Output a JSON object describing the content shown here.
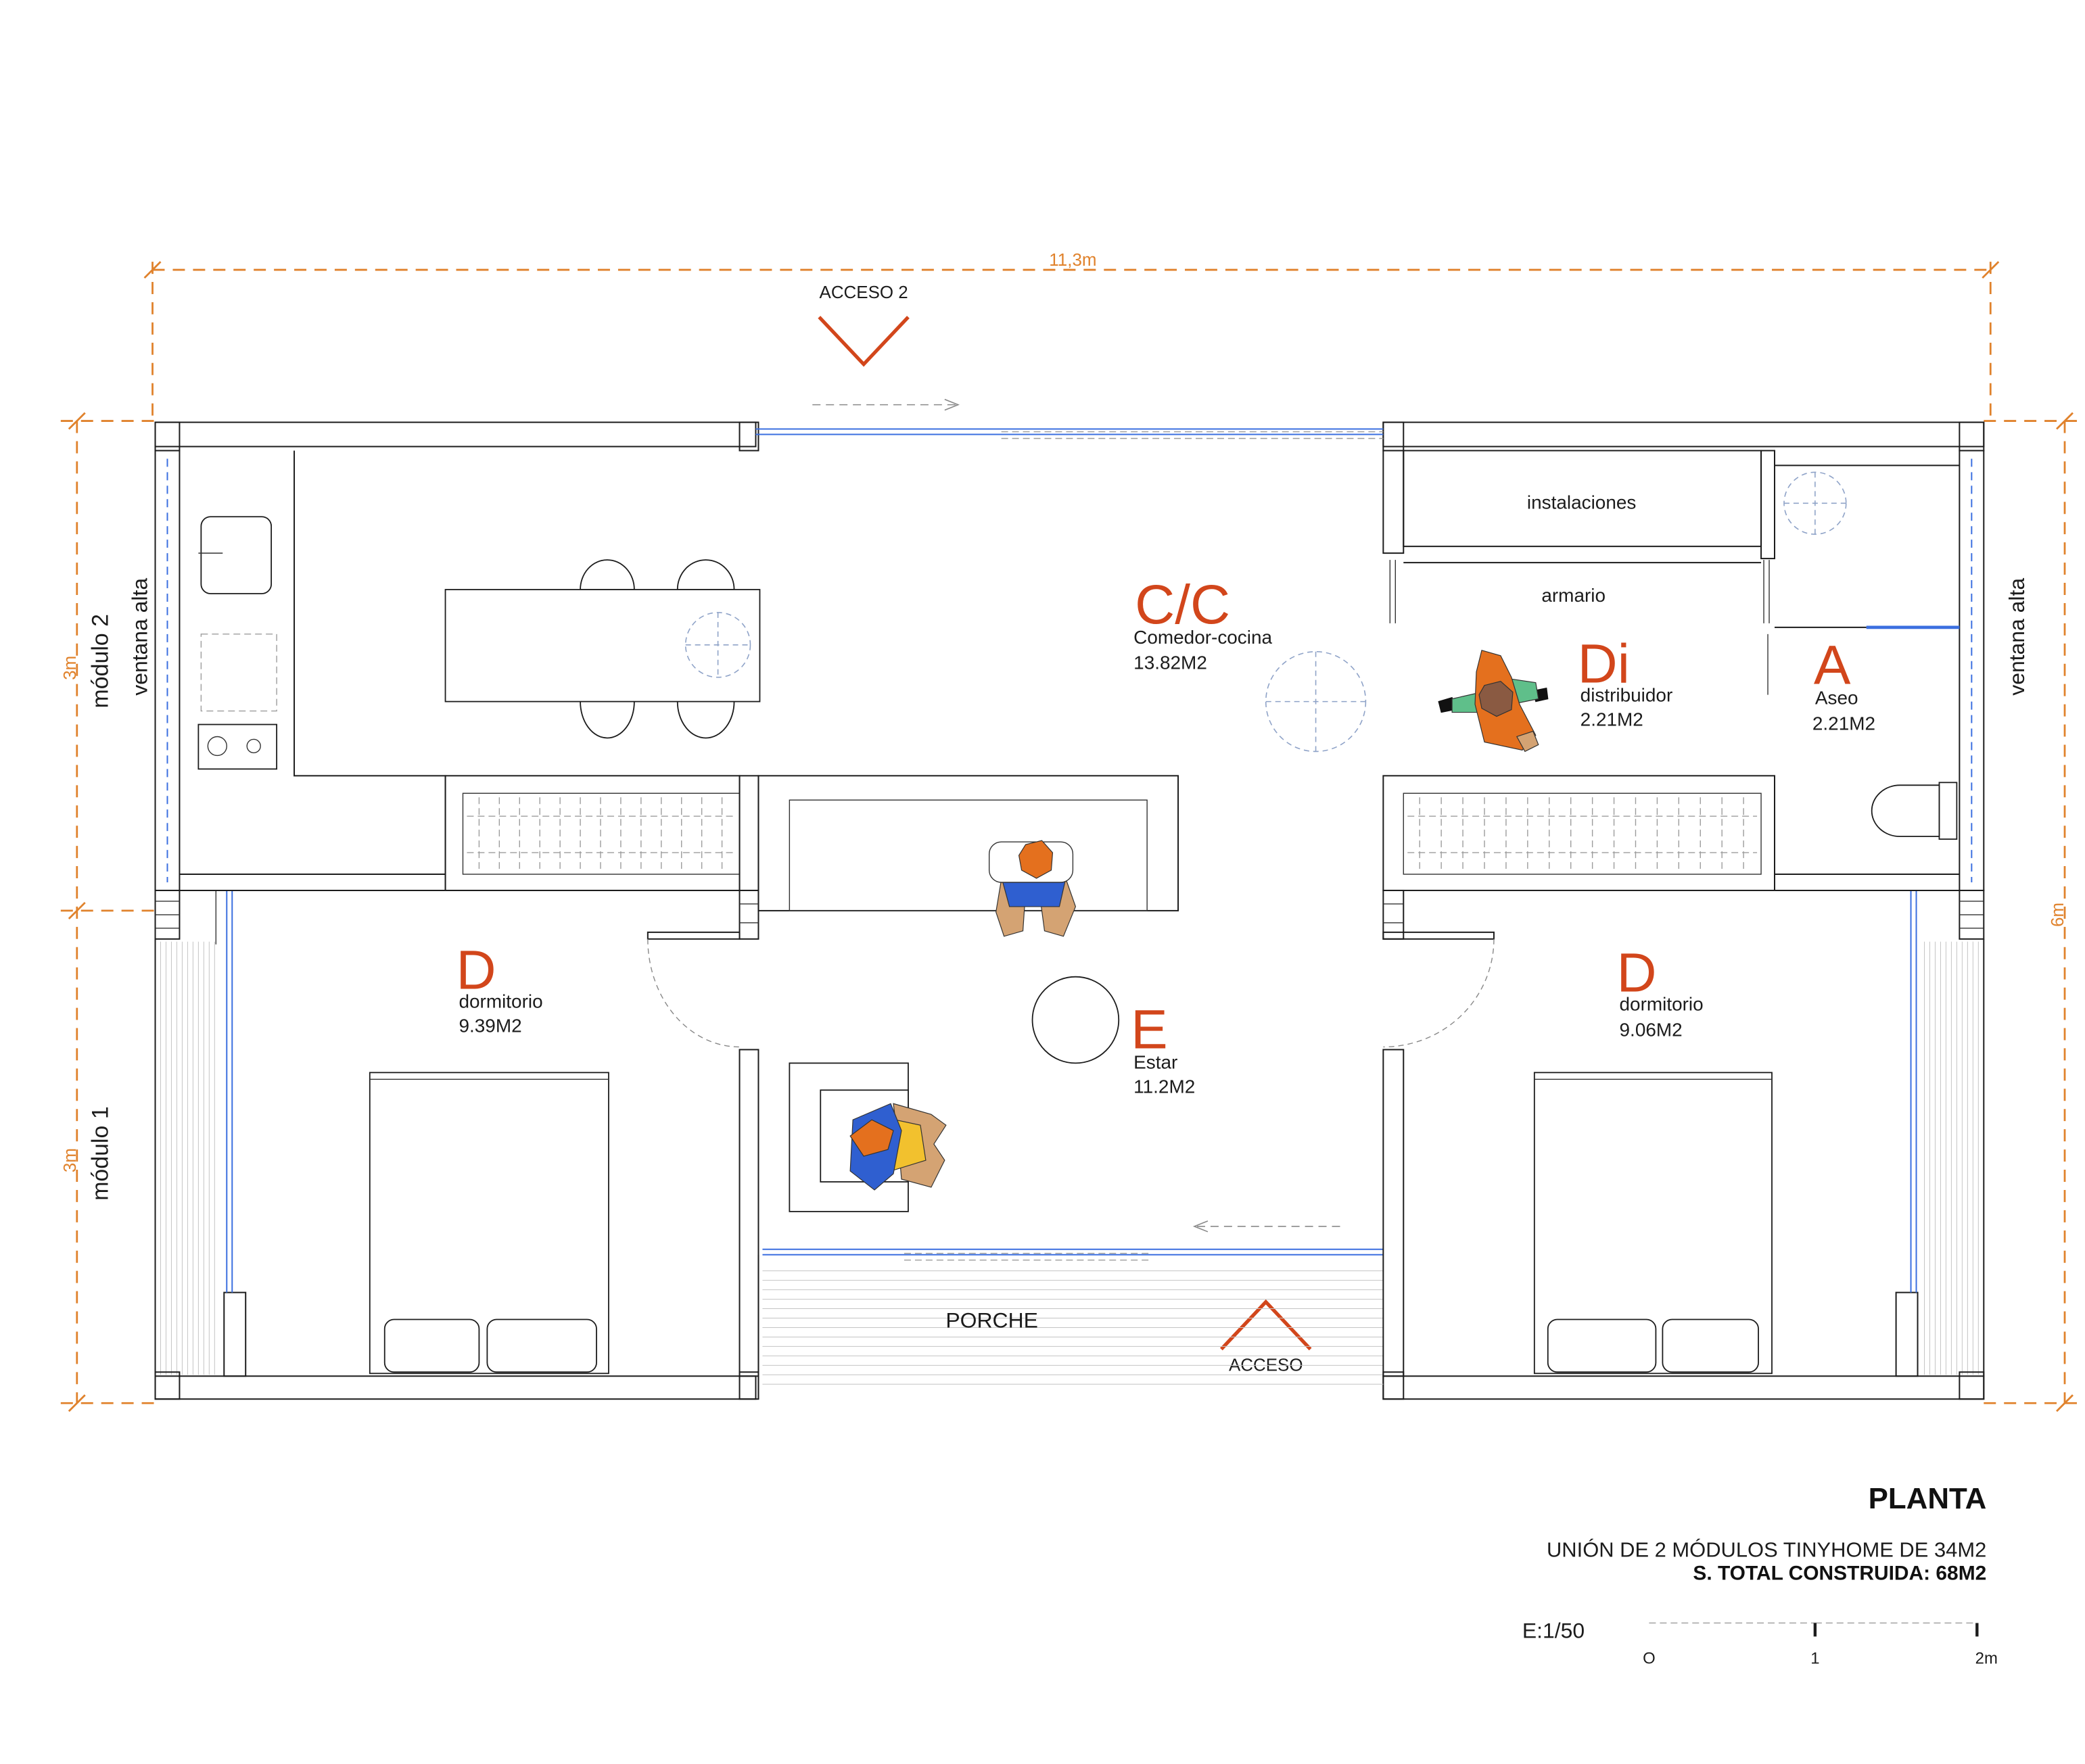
{
  "colors": {
    "dimension": "#E0822C",
    "label": "#D2461B",
    "window": "#3B6FE0",
    "wall": "#1C1C1C"
  },
  "dimensions": {
    "total_width": "11,3m",
    "module_2_height": "3m",
    "module_1_height": "3m",
    "total_depth": "6m"
  },
  "modules": {
    "module_2": "módulo 2",
    "module_1": "módulo 1"
  },
  "windows": {
    "left": "ventana alta",
    "right": "ventana alta"
  },
  "access": {
    "secondary": "ACCESO 2",
    "main": "ACCESO"
  },
  "rooms": {
    "comedor_cocina": {
      "code": "C/C",
      "name": "Comedor-cocina",
      "area": "13.82M2"
    },
    "distribuidor": {
      "code": "Di",
      "name": "distribuidor",
      "area": "2.21M2"
    },
    "aseo": {
      "code": "A",
      "name": "Aseo",
      "area": "2.21M2"
    },
    "dormitorio_1": {
      "code": "D",
      "name": "dormitorio",
      "area": "9.39M2"
    },
    "estar": {
      "code": "E",
      "name": "Estar",
      "area": "11.2M2"
    },
    "dormitorio_2": {
      "code": "D",
      "name": "dormitorio",
      "area": "9.06M2"
    },
    "instalaciones": "instalaciones",
    "armario": "armario",
    "porche": "PORCHE"
  },
  "title_block": {
    "title": "PLANTA",
    "subtitle": "UNIÓN DE 2 MÓDULOS TINYHOME DE 34M2",
    "total": "S. TOTAL CONSTRUIDA: 68M2",
    "scale": "E:1/50",
    "scale_bar_labels": [
      "O",
      "1",
      "2m"
    ]
  }
}
